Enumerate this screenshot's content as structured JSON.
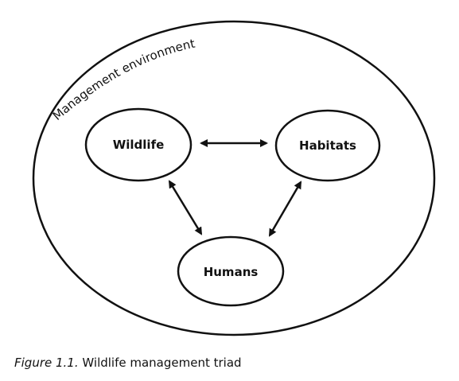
{
  "diagram": {
    "environment_label": "Management environment",
    "nodes": {
      "wildlife": "Wildlife",
      "habitats": "Habitats",
      "humans": "Humans"
    }
  },
  "caption": {
    "label": "Figure 1.1.",
    "text": " Wildlife management triad"
  }
}
